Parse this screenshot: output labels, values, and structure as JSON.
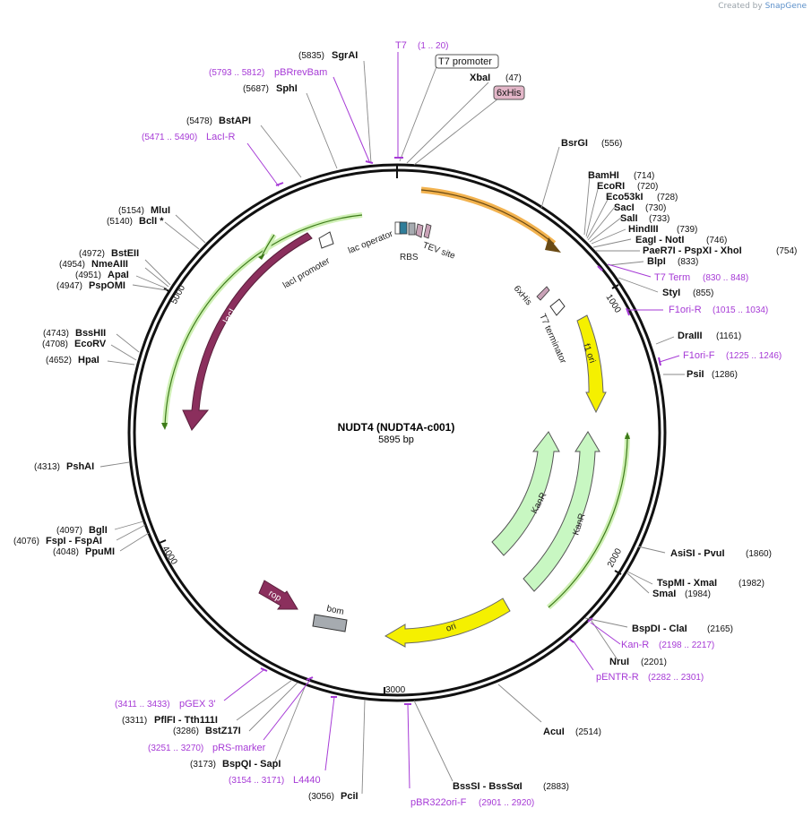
{
  "credit": {
    "prefix": "Created by",
    "brand": "SnapGene"
  },
  "title": "NUDT4 (NUDT4A-c001)",
  "length_label": "5895 bp",
  "total_bp": 5895,
  "colors": {
    "primer": "#a63ad6",
    "lacI": "#8b2f5d",
    "yellow": "#f5f000",
    "kanR": "#c8f7c2",
    "gray": "#a6abb0",
    "orange": "#f2b24e",
    "green_line": "#5a9d2b"
  },
  "tick_labels": [
    "1000",
    "2000",
    "3000",
    "4000",
    "5000"
  ],
  "enzymes": [
    {
      "id": "e-sgrai",
      "name": "SgrAI",
      "pos": "(5835)"
    },
    {
      "id": "e-sphi",
      "name": "SphI",
      "pos": "(5687)"
    },
    {
      "id": "e-bstapi",
      "name": "BstAPI",
      "pos": "(5478)"
    },
    {
      "id": "e-mlui",
      "name": "MluI",
      "pos": "(5154)"
    },
    {
      "id": "e-bcli",
      "name": "BclI *",
      "pos": "(5140)"
    },
    {
      "id": "e-bsteii",
      "name": "BstEII",
      "pos": "(4972)"
    },
    {
      "id": "e-nmeaiii",
      "name": "NmeAIII",
      "pos": "(4954)"
    },
    {
      "id": "e-apai",
      "name": "ApaI",
      "pos": "(4951)"
    },
    {
      "id": "e-psp",
      "name": "PspOMI",
      "pos": "(4947)"
    },
    {
      "id": "e-bsshii",
      "name": "BssHII",
      "pos": "(4743)"
    },
    {
      "id": "e-ecorv",
      "name": "EcoRV",
      "pos": "(4708)"
    },
    {
      "id": "e-hpai",
      "name": "HpaI",
      "pos": "(4652)"
    },
    {
      "id": "e-pshai",
      "name": "PshAI",
      "pos": "(4313)"
    },
    {
      "id": "e-bgli",
      "name": "BglI",
      "pos": "(4097)"
    },
    {
      "id": "e-fspi",
      "name": "FspI   - FspAI",
      "pos": "(4076)"
    },
    {
      "id": "e-ppumi",
      "name": "PpuMI",
      "pos": "(4048)"
    },
    {
      "id": "e-pflfi",
      "name": "PflFI   - Tth111I",
      "pos": "(3311)"
    },
    {
      "id": "e-bstz17i",
      "name": "BstZ17I",
      "pos": "(3286)"
    },
    {
      "id": "e-bspqi",
      "name": "BspQI   - SapI",
      "pos": "(3173)"
    },
    {
      "id": "e-pcii",
      "name": "PciI",
      "pos": "(3056)"
    },
    {
      "id": "e-bsssi",
      "name": "BssSI   - BssSαI",
      "pos": "(2883)"
    },
    {
      "id": "e-acui",
      "name": "AcuI",
      "pos": "(2514)"
    },
    {
      "id": "e-nrui",
      "name": "NruI",
      "pos": "(2201)"
    },
    {
      "id": "e-bspdi",
      "name": "BspDI   - ClaI",
      "pos": "(2165)"
    },
    {
      "id": "e-smai",
      "name": "SmaI",
      "pos": "(1984)"
    },
    {
      "id": "e-tspmi",
      "name": "TspMI   - XmaI",
      "pos": "(1982)"
    },
    {
      "id": "e-asisi",
      "name": "AsiSI   - PvuI",
      "pos": "(1860)"
    },
    {
      "id": "e-psii",
      "name": "PsiI",
      "pos": "(1286)"
    },
    {
      "id": "e-draiii",
      "name": "DraIII",
      "pos": "(1161)"
    },
    {
      "id": "e-styi",
      "name": "StyI",
      "pos": "(855)"
    },
    {
      "id": "e-blpi",
      "name": "BlpI",
      "pos": "(833)"
    },
    {
      "id": "e-paer7i",
      "name": "PaeR7I   - PspXI   - XhoI",
      "pos": "(754)"
    },
    {
      "id": "e-eagi",
      "name": "EagI   - NotI",
      "pos": "(746)"
    },
    {
      "id": "e-hindiii",
      "name": "HindIII",
      "pos": "(739)"
    },
    {
      "id": "e-sali",
      "name": "SalI",
      "pos": "(733)"
    },
    {
      "id": "e-saci",
      "name": "SacI",
      "pos": "(730)"
    },
    {
      "id": "e-eco53ki",
      "name": "Eco53kI",
      "pos": "(728)"
    },
    {
      "id": "e-ecori",
      "name": "EcoRI",
      "pos": "(720)"
    },
    {
      "id": "e-bamhi",
      "name": "BamHI",
      "pos": "(714)"
    },
    {
      "id": "e-bsrgi",
      "name": "BsrGI",
      "pos": "(556)"
    },
    {
      "id": "e-xbai",
      "name": "XbaI",
      "pos": "(47)"
    }
  ],
  "primers": [
    {
      "id": "p-t7",
      "name": "T7",
      "pos": "(1 .. 20)"
    },
    {
      "id": "p-pbrrevbam",
      "name": "pBRrevBam",
      "pos": "(5793 .. 5812)"
    },
    {
      "id": "p-laci-r",
      "name": "LacI-R",
      "pos": "(5471 .. 5490)"
    },
    {
      "id": "p-t7term",
      "name": "T7 Term",
      "pos": "(830 .. 848)"
    },
    {
      "id": "p-f1ori-r",
      "name": "F1ori-R",
      "pos": "(1015 .. 1034)"
    },
    {
      "id": "p-f1ori-f",
      "name": "F1ori-F",
      "pos": "(1225 .. 1246)"
    },
    {
      "id": "p-kan-r",
      "name": "Kan-R",
      "pos": "(2198 .. 2217)"
    },
    {
      "id": "p-pentr-r",
      "name": "pENTR-R",
      "pos": "(2282 .. 2301)"
    },
    {
      "id": "p-pbr322",
      "name": "pBR322ori-F",
      "pos": "(2901 .. 2920)"
    },
    {
      "id": "p-l4440",
      "name": "L4440",
      "pos": "(3154 .. 3171)"
    },
    {
      "id": "p-prs",
      "name": "pRS-marker",
      "pos": "(3251 .. 3270)"
    },
    {
      "id": "p-pgex",
      "name": "pGEX 3'",
      "pos": "(3411 .. 3433)"
    }
  ],
  "features": {
    "t7_promoter_box": "T7 promoter",
    "his_box": "6xHis",
    "lac_operator": "lac operator",
    "rbs": "RBS",
    "tev": "TEV site",
    "laci_promoter": "lacI promoter",
    "laci": "lacI",
    "his_inner": "6xHis",
    "t7_terminator": "T7 terminator",
    "f1_ori": "f1 ori",
    "kanr1": "KanR",
    "kanr2": "KanR",
    "ori": "ori",
    "bom": "bom",
    "rop": "rop"
  }
}
